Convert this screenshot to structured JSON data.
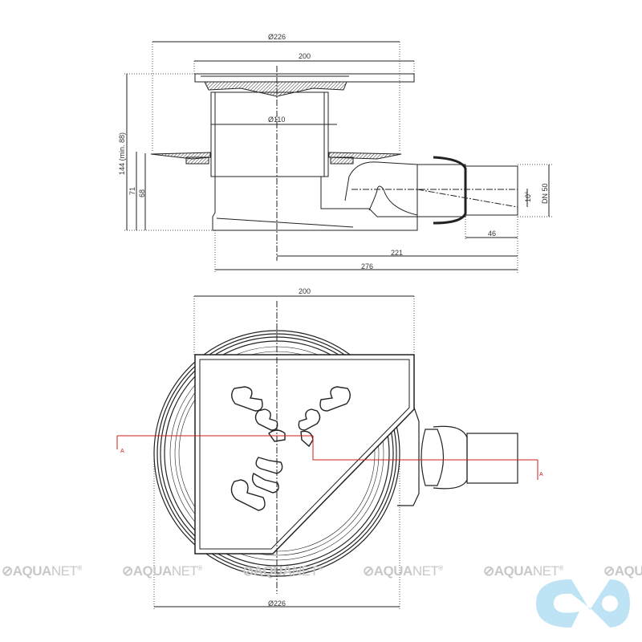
{
  "side_view": {
    "dim_outer_diameter": "Ø226",
    "dim_grate_width": "200",
    "dim_body_diameter": "Ø110",
    "dim_height": "144 (min. 88)",
    "dim_flange_height": "71",
    "dim_flange_height_inner": "68",
    "dim_outlet_socket": "46",
    "dim_outlet_from_axis": "221",
    "dim_total_length": "276",
    "dim_outlet_angle": "10°",
    "dim_outlet_size": "DN 50"
  },
  "plan_view": {
    "dim_grate_width": "200",
    "dim_outer_diameter": "Ø226",
    "section_marker_left": "A",
    "section_marker_right": "A",
    "section_line_color": "#cc1f1f"
  },
  "watermark": {
    "brand_bold": "AQUA",
    "brand_light": "NET",
    "mark": "®",
    "color": "#c8c8c8"
  },
  "corner_logo": {
    "color": "#bde3f5"
  }
}
